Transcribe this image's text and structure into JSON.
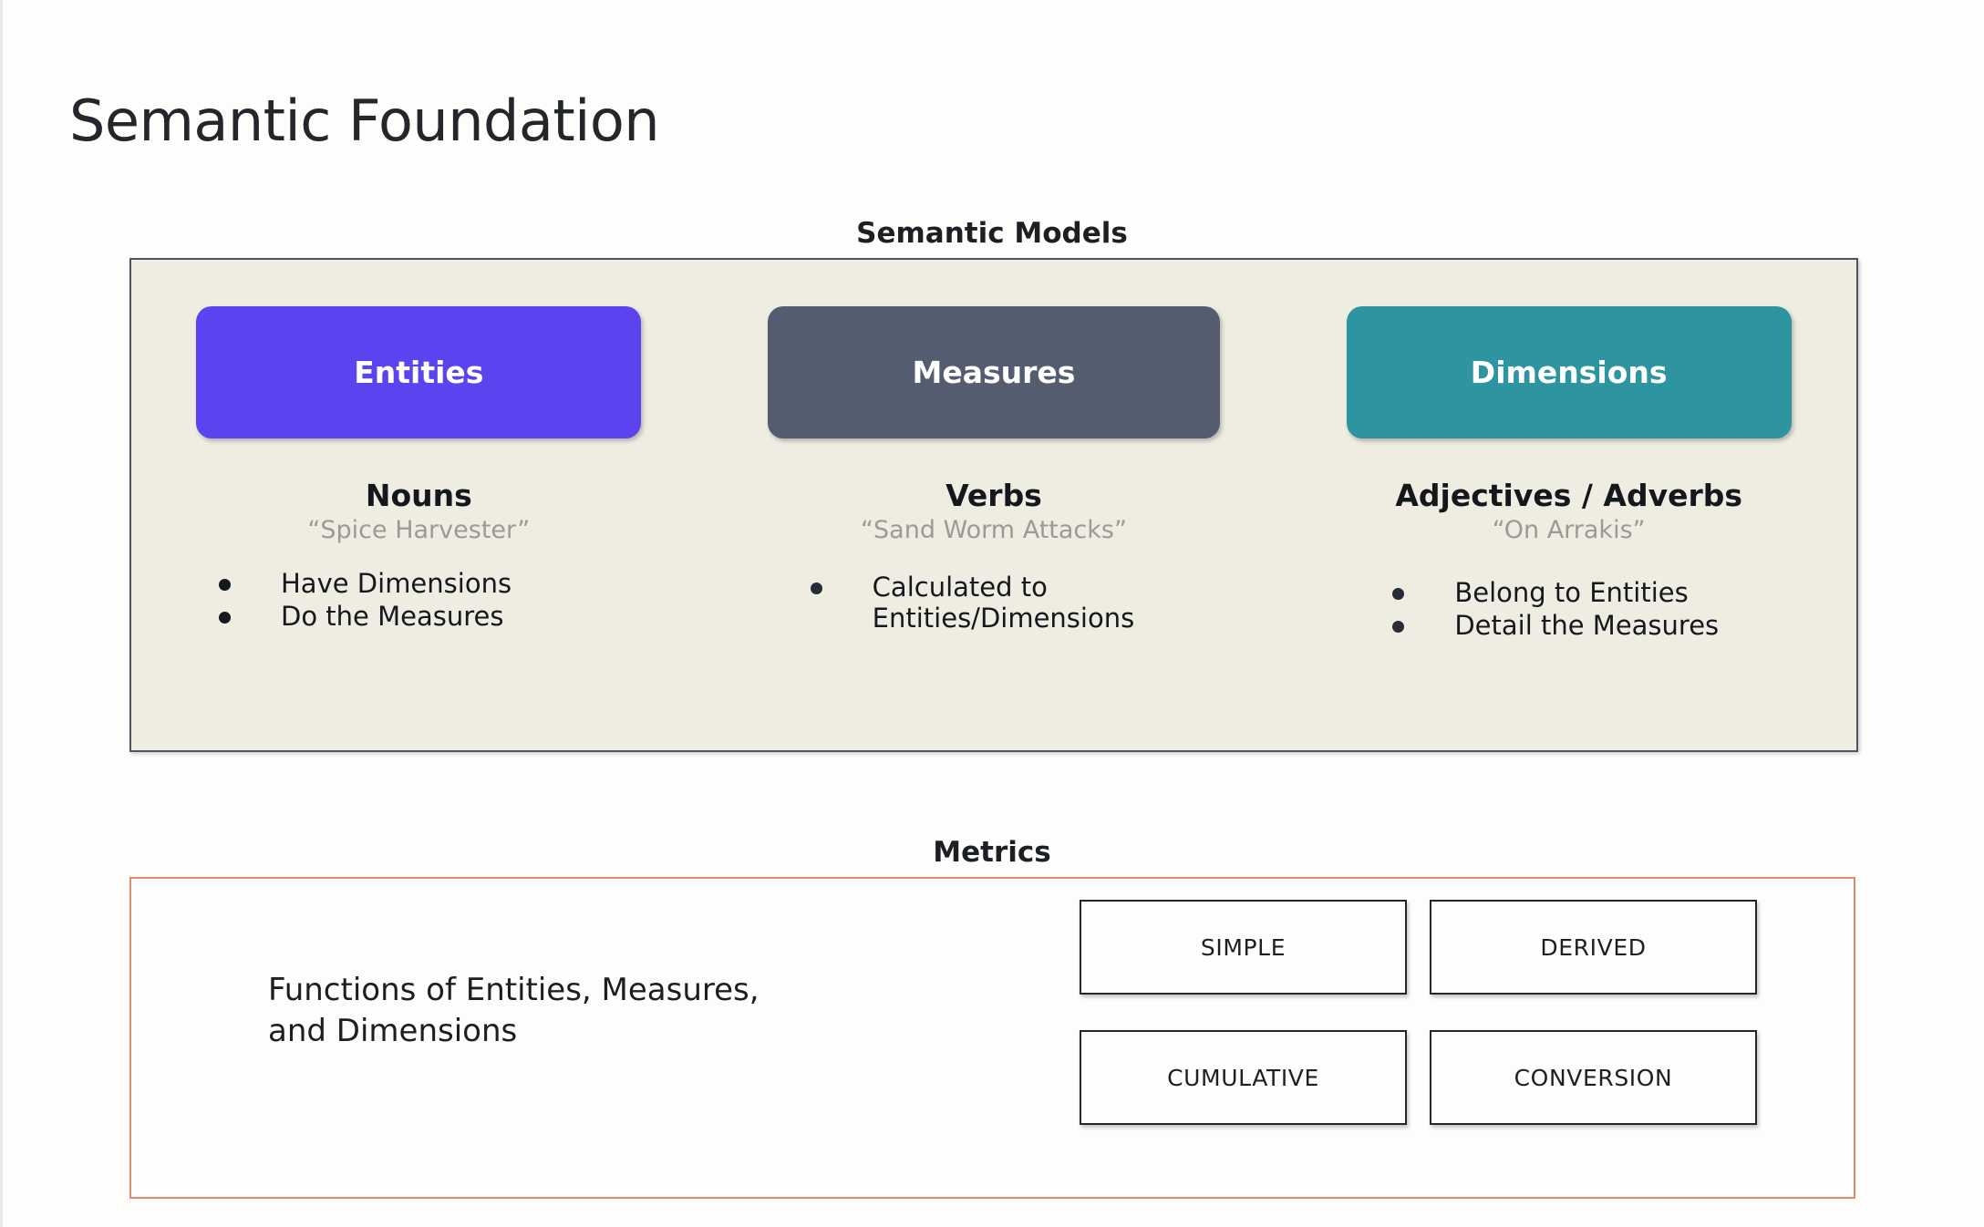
{
  "page": {
    "title": "Semantic Foundation",
    "background_color": "#fdfdfb"
  },
  "semantic_models": {
    "section_label": "Semantic Models",
    "panel_background": "#efede2",
    "panel_border_color": "#4e5562",
    "columns": [
      {
        "pill_label": "Entities",
        "pill_color": "#5b43ef",
        "part_of_speech": "Nouns",
        "example": "“Spice Harvester”",
        "bullets": [
          "Have Dimensions",
          "Do the Measures"
        ]
      },
      {
        "pill_label": "Measures",
        "pill_color": "#545c70",
        "part_of_speech": "Verbs",
        "example": "“Sand Worm Attacks”",
        "bullets": [
          "Calculated to\nEntities/Dimensions"
        ]
      },
      {
        "pill_label": "Dimensions",
        "pill_color": "#2e94a0",
        "part_of_speech": "Adjectives / Adverbs",
        "example": "“On Arrakis”",
        "bullets": [
          "Belong to Entities",
          "Detail the Measures"
        ]
      }
    ]
  },
  "metrics": {
    "section_label": "Metrics",
    "panel_border_color": "#e08a6e",
    "description": "Functions of Entities, Measures,\nand Dimensions",
    "types": [
      "SIMPLE",
      "DERIVED",
      "CUMULATIVE",
      "CONVERSION"
    ]
  }
}
